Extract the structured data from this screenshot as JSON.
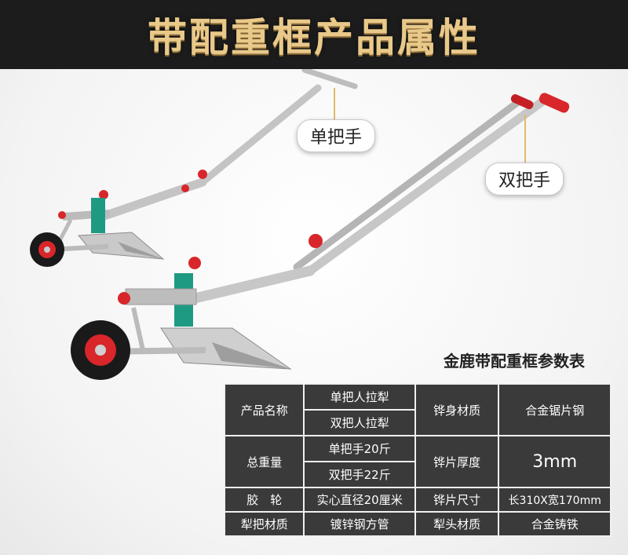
{
  "banner": {
    "title": "带配重框产品属性"
  },
  "callouts": {
    "single": "单把手",
    "double": "双把手"
  },
  "spec": {
    "title": "金鹿带配重框参数表",
    "product_name": {
      "label": "产品名称",
      "options": [
        "单把人拉犁",
        "双把人拉犁"
      ]
    },
    "shovel_material": {
      "label": "铧身材质",
      "value": "合金锯片钢"
    },
    "total_weight": {
      "label": "总重量",
      "options": [
        "单把手20斤",
        "双把手22斤"
      ]
    },
    "blade_thickness": {
      "label": "铧片厚度",
      "value": "3mm"
    },
    "wheel": {
      "label": "胶　轮",
      "value": "实心直径20厘米"
    },
    "blade_size": {
      "label": "铧片尺寸",
      "value": "长310X宽170mm"
    },
    "handle_material": {
      "label": "犁把材质",
      "value": "镀锌钢方管"
    },
    "head_material": {
      "label": "犁头材质",
      "value": "合金铸铁"
    }
  },
  "colors": {
    "banner_bg": "#1c1c1c",
    "title_gold": "#e9c98a",
    "table_bg": "#3a3a3a",
    "bracket_green": "#1f9a82",
    "knob_red": "#d8262a"
  }
}
